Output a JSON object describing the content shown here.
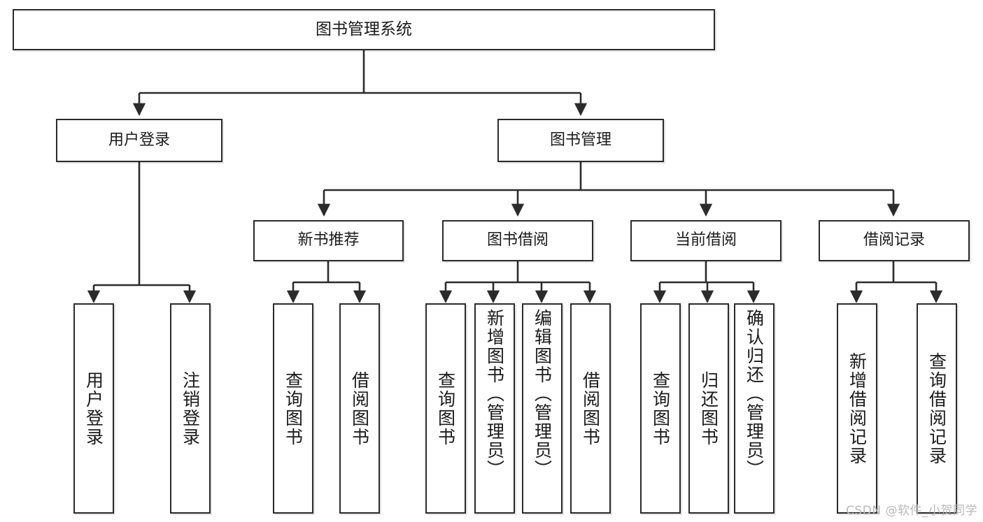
{
  "diagram": {
    "title": "图书管理系统",
    "type": "tree",
    "orientation": "top-down",
    "colors": {
      "box_border": "#2b2b2b",
      "box_fill": "#ffffff",
      "edge": "#2b2b2b",
      "text": "#1a1a1a",
      "watermark": "#b9b9b9",
      "background": "#ffffff"
    }
  },
  "root": {
    "label": "图书管理系统"
  },
  "level2": [
    {
      "label": "用户登录"
    },
    {
      "label": "图书管理"
    }
  ],
  "level3": [
    {
      "label": "新书推荐"
    },
    {
      "label": "图书借阅"
    },
    {
      "label": "当前借阅"
    },
    {
      "label": "借阅记录"
    }
  ],
  "leaves": {
    "user_login": [
      {
        "label": "用户登录"
      },
      {
        "label": "注销登录"
      }
    ],
    "new_book": [
      {
        "label": "查询图书"
      },
      {
        "label": "借阅图书"
      }
    ],
    "book_borrow": [
      {
        "label": "查询图书"
      },
      {
        "label": "新增图书（管理员）"
      },
      {
        "label": "编辑图书（管理员）"
      },
      {
        "label": "借阅图书"
      }
    ],
    "current_borrow": [
      {
        "label": "查询图书"
      },
      {
        "label": "归还图书"
      },
      {
        "label": "确认归还（管理员）"
      }
    ],
    "borrow_record": [
      {
        "label": "新增借阅记录"
      },
      {
        "label": "查询借阅记录"
      }
    ]
  },
  "watermark": {
    "text": "CSDN @软件_小贺同学"
  }
}
